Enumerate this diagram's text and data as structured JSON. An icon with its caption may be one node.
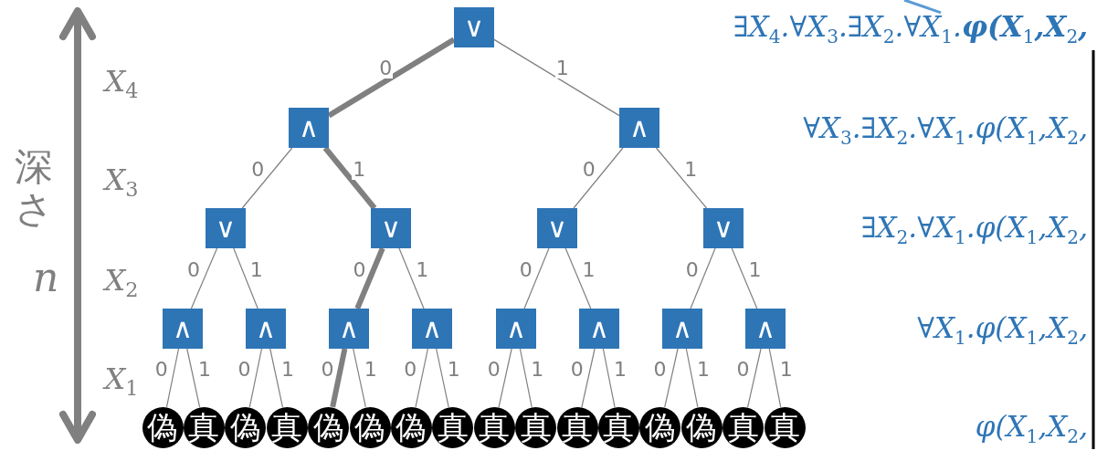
{
  "diagram": {
    "nodes": [
      {
        "text": [
          "∨"
        ]
      },
      {
        "text": [
          "∧"
        ]
      },
      {
        "text": [
          "∧"
        ]
      },
      {
        "text": [
          "∨"
        ]
      },
      {
        "text": [
          "∨"
        ]
      },
      {
        "text": [
          "∨"
        ]
      },
      {
        "text": [
          "∨"
        ]
      },
      {
        "text": [
          "∧"
        ]
      },
      {
        "text": [
          "∧"
        ]
      },
      {
        "text": [
          "∧"
        ]
      },
      {
        "text": [
          "∧"
        ]
      },
      {
        "text": [
          "∧"
        ]
      },
      {
        "text": [
          "∧"
        ]
      },
      {
        "text": [
          "∧"
        ]
      },
      {
        "text": [
          "∧"
        ]
      },
      {
        "text": [
          "偽"
        ]
      },
      {
        "text": [
          "真"
        ]
      },
      {
        "text": [
          "偽"
        ]
      },
      {
        "text": [
          "真"
        ]
      },
      {
        "text": [
          "偽"
        ]
      },
      {
        "text": [
          "偽"
        ]
      },
      {
        "text": [
          "偽"
        ]
      },
      {
        "text": [
          "真"
        ]
      },
      {
        "text": [
          "真"
        ]
      },
      {
        "text": [
          "真"
        ]
      },
      {
        "text": [
          "真"
        ]
      },
      {
        "text": [
          "真"
        ]
      },
      {
        "text": [
          "偽"
        ]
      },
      {
        "text": [
          "偽"
        ]
      },
      {
        "text": [
          "真"
        ]
      },
      {
        "text": [
          "真"
        ]
      },
      {
        "text": [
          "∃X$_{4}$.∀X$_{3}$.∃X$_{2}$.∀X$_{1}$.**φ(X**$_{1}$**,X**$_{2}$**,**"
        ]
      }
    ],
    "edges": [
      {
        "from": 0,
        "to": 1,
        "arrow": "none",
        "label": "0",
        "style": "thick"
      },
      {
        "from": 0,
        "to": 2,
        "arrow": "none",
        "label": "1"
      },
      {
        "from": 1,
        "to": 3,
        "arrow": "none",
        "label": "0"
      },
      {
        "from": 1,
        "to": 4,
        "arrow": "none",
        "label": "1",
        "style": "thick"
      },
      {
        "from": 2,
        "to": 5,
        "arrow": "none",
        "label": "0"
      },
      {
        "from": 2,
        "to": 6,
        "arrow": "none",
        "label": "1"
      },
      {
        "from": 3,
        "to": 7,
        "arrow": "none",
        "label": "0"
      },
      {
        "from": 3,
        "to": 8,
        "arrow": "none",
        "label": "1"
      },
      {
        "from": 4,
        "to": 9,
        "arrow": "none",
        "label": "0",
        "style": "thick"
      },
      {
        "from": 4,
        "to": 10,
        "arrow": "none",
        "label": "1"
      },
      {
        "from": 5,
        "to": 11,
        "arrow": "none",
        "label": "0"
      },
      {
        "from": 5,
        "to": 12,
        "arrow": "none",
        "label": "1"
      },
      {
        "from": 6,
        "to": 13,
        "arrow": "none",
        "label": "0"
      },
      {
        "from": 6,
        "to": 14,
        "arrow": "none",
        "label": "1"
      },
      {
        "from": 7,
        "to": 15,
        "arrow": "none",
        "label": "0"
      },
      {
        "from": 7,
        "to": 16,
        "arrow": "none",
        "label": "1"
      },
      {
        "from": 8,
        "to": 17,
        "arrow": "none",
        "label": "0"
      },
      {
        "from": 8,
        "to": 18,
        "arrow": "none",
        "label": "1"
      },
      {
        "from": 9,
        "to": 19,
        "arrow": "none",
        "label": "0",
        "style": "thick"
      },
      {
        "from": 9,
        "to": 20,
        "arrow": "none",
        "label": "1"
      },
      {
        "from": 10,
        "to": 21,
        "arrow": "none",
        "label": "0"
      },
      {
        "from": 10,
        "to": 22,
        "arrow": "none",
        "label": "1"
      },
      {
        "from": 11,
        "to": 23,
        "arrow": "none",
        "label": "0"
      },
      {
        "from": 11,
        "to": 24,
        "arrow": "none",
        "label": "1"
      },
      {
        "from": 12,
        "to": 25,
        "arrow": "none",
        "label": "0"
      },
      {
        "from": 12,
        "to": 26,
        "arrow": "none",
        "label": "1"
      },
      {
        "from": 13,
        "to": 27,
        "arrow": "none",
        "label": "0"
      },
      {
        "from": 13,
        "to": 28,
        "arrow": "none",
        "label": "1"
      },
      {
        "from": 14,
        "to": 29,
        "arrow": "none",
        "label": "0"
      },
      {
        "from": 14,
        "to": 30,
        "arrow": "none",
        "label": "1"
      },
      {
        "from": null,
        "to": 31,
        "arrow": "none",
        "color": "#5b9bd5"
      }
    ],
    "labels": [
      "深さ",
      "n",
      "X$_{4}$",
      "X$_{3}$",
      "X$_{2}$",
      "X$_{1}$",
      "∀X$_{3}$.∃X$_{2}$.∀X$_{1}$.φ(X$_{1}$,X$_{2}$,",
      "∃X$_{2}$.∀X$_{1}$.φ(X$_{1}$,X$_{2}$,",
      "∀X$_{1}$.φ(X$_{1}$,X$_{2}$,",
      "φ(X$_{1}$,X$_{2}$,"
    ]
  }
}
